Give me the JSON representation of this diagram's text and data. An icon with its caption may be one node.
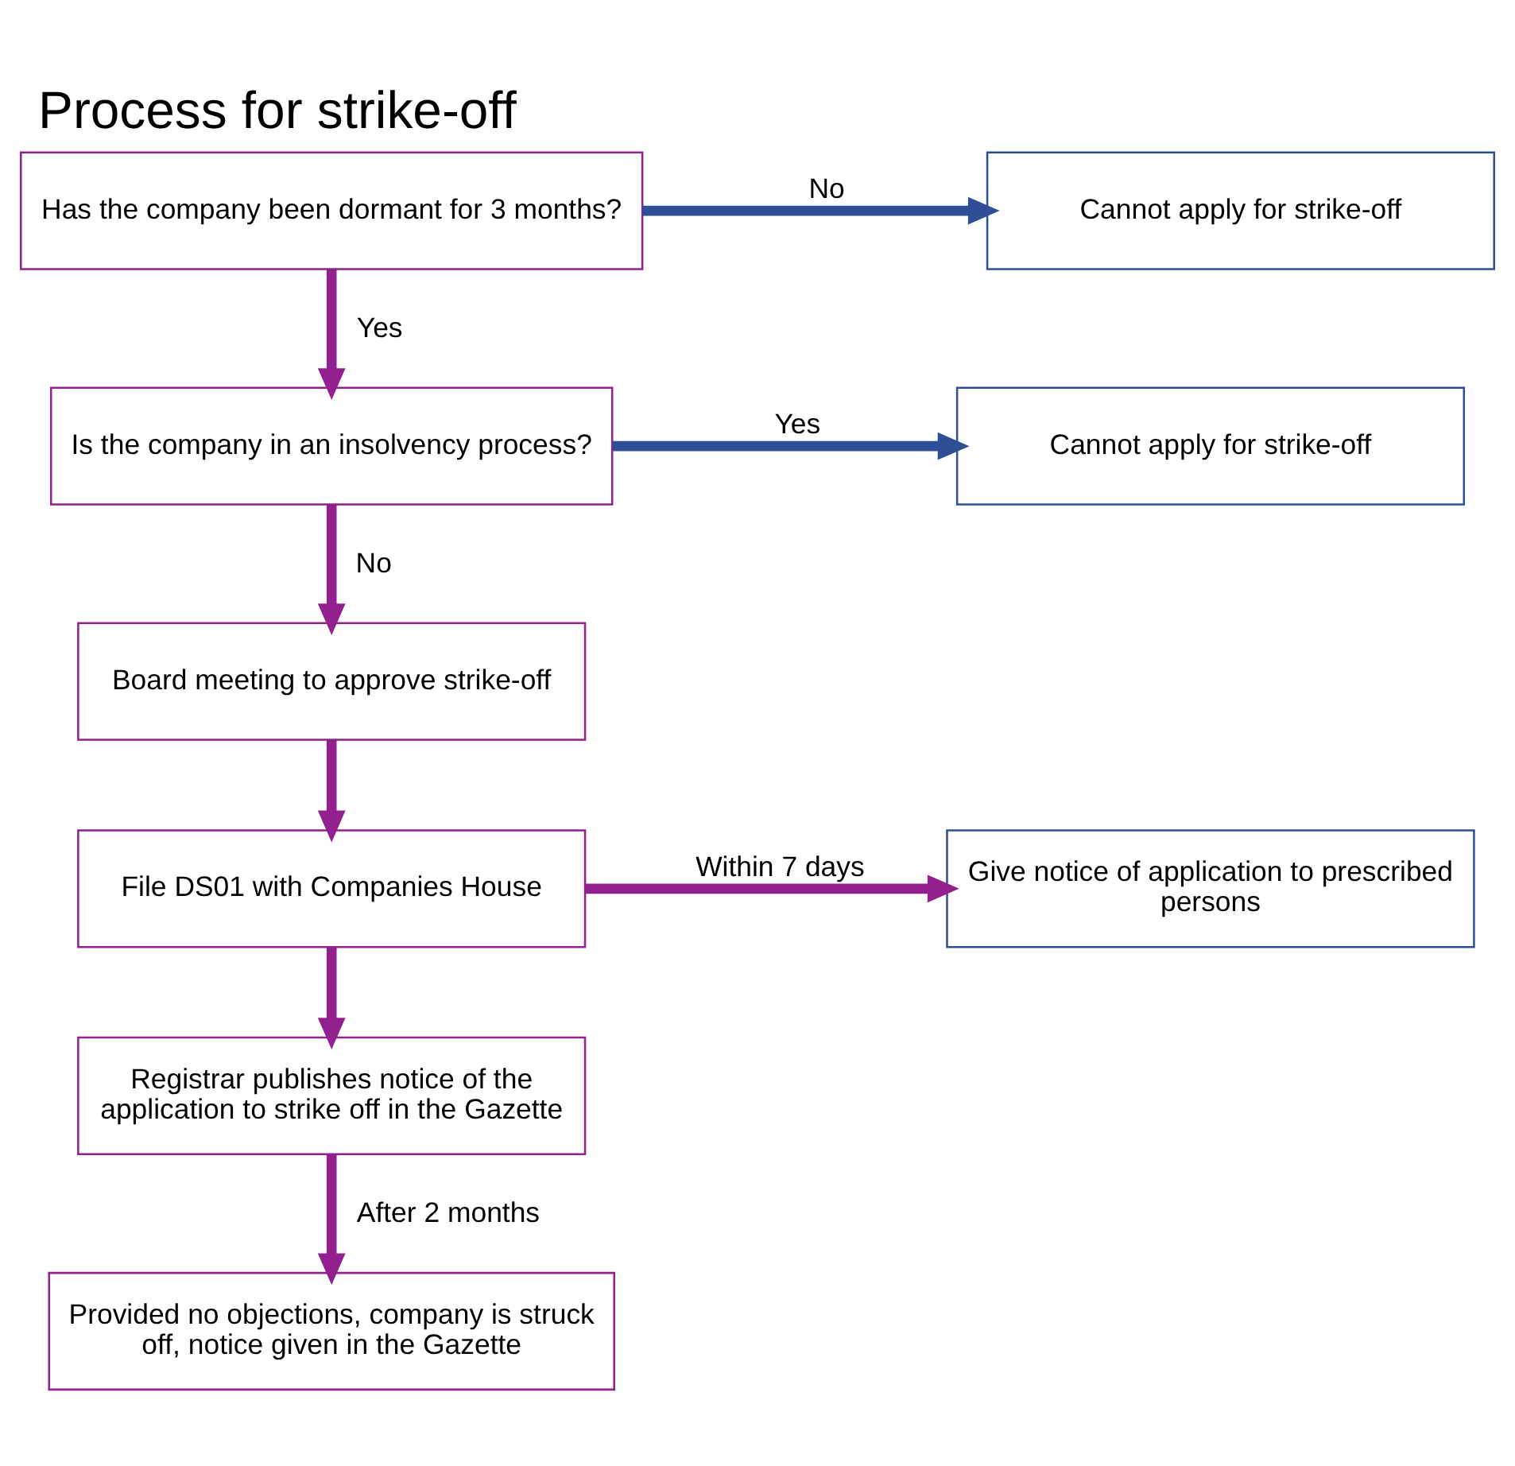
{
  "diagram": {
    "title": "Process for strike-off",
    "nodes": [
      {
        "text": [
          "Has the company been dormant for 3 months?"
        ]
      },
      {
        "text": [
          "Cannot apply for strike-off"
        ]
      },
      {
        "text": [
          "Is the company in an insolvency process?"
        ]
      },
      {
        "text": [
          "Cannot apply for strike-off"
        ]
      },
      {
        "text": [
          "Board meeting to approve strike-off"
        ]
      },
      {
        "text": [
          "File DS01 with Companies House"
        ]
      },
      {
        "text": [
          "Give notice of application to prescribed persons"
        ]
      },
      {
        "text": [
          "Registrar publishes notice of the application to strike off in the Gazette"
        ]
      },
      {
        "text": [
          "Provided no objections, company is struck off, notice given in the Gazette"
        ]
      }
    ],
    "edges": [
      {
        "from": 0,
        "to": 1,
        "arrow": "to",
        "label": "No",
        "color": "#2e4f95"
      },
      {
        "from": 0,
        "to": 2,
        "arrow": "to",
        "label": "Yes"
      },
      {
        "from": 2,
        "to": 3,
        "arrow": "to",
        "label": "Yes",
        "color": "#2e4f95"
      },
      {
        "from": 2,
        "to": 4,
        "arrow": "to",
        "label": "No"
      },
      {
        "from": 4,
        "to": 5,
        "arrow": "to"
      },
      {
        "from": 5,
        "to": 6,
        "arrow": "to",
        "label": "Within 7 days"
      },
      {
        "from": 5,
        "to": 7,
        "arrow": "to"
      },
      {
        "from": 7,
        "to": 8,
        "arrow": "to",
        "label": "After 2 months"
      }
    ]
  }
}
